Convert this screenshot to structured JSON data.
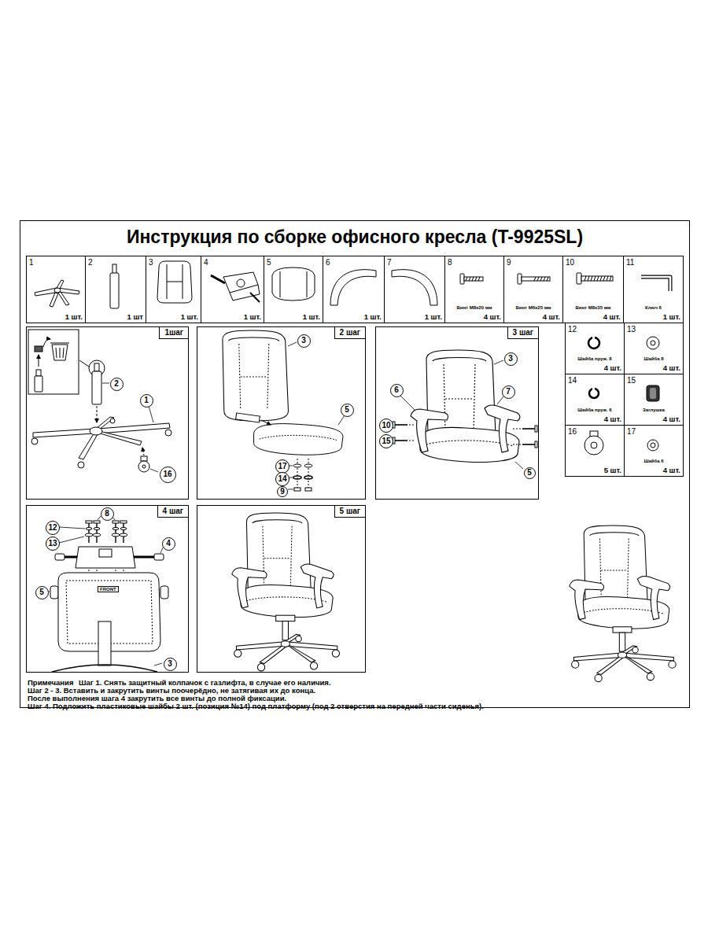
{
  "diagram": {
    "title": "Инструкция по сборке офисного кресла (T-9925SL)",
    "nodes": [
      {
        "text": [
          "1",
          "1 шт."
        ]
      },
      {
        "text": [
          "2",
          "1 шт"
        ]
      },
      {
        "text": [
          "3",
          "1 шт."
        ]
      },
      {
        "text": [
          "4",
          "1 шт."
        ]
      },
      {
        "text": [
          "5",
          "1 шт."
        ]
      },
      {
        "text": [
          "6",
          "1 шт."
        ]
      },
      {
        "text": [
          "7",
          "1 шт."
        ]
      },
      {
        "text": [
          "8",
          "Винт M8x20 мм",
          "4 шт."
        ]
      },
      {
        "text": [
          "9",
          "Винт M6x25 мм",
          "4 шт."
        ]
      },
      {
        "text": [
          "10",
          "Винт M8x35 мм",
          "4 шт."
        ]
      },
      {
        "text": [
          "11",
          "Ключ 6",
          "1 шт."
        ]
      },
      {
        "text": [
          "1шаг"
        ]
      },
      {
        "text": [
          "2"
        ],
        "in": 11
      },
      {
        "text": [
          "1"
        ],
        "in": 11
      },
      {
        "text": [
          "16"
        ],
        "in": 11
      },
      {
        "text": [
          "2 шаг"
        ]
      },
      {
        "text": [
          "3"
        ],
        "in": 15
      },
      {
        "text": [
          "5"
        ],
        "in": 15
      },
      {
        "text": [
          "17"
        ],
        "in": 15
      },
      {
        "text": [
          "14"
        ],
        "in": 15
      },
      {
        "text": [
          "9"
        ],
        "in": 15
      },
      {
        "text": [
          "3 шаг"
        ]
      },
      {
        "text": [
          "3"
        ],
        "in": 21
      },
      {
        "text": [
          "6"
        ],
        "in": 21
      },
      {
        "text": [
          "7"
        ],
        "in": 21
      },
      {
        "text": [
          "10"
        ],
        "in": 21
      },
      {
        "text": [
          "15"
        ],
        "in": 21
      },
      {
        "text": [
          "5"
        ],
        "in": 21
      },
      {
        "text": [
          "12",
          "Шайба пруж. 8",
          "4 шт."
        ]
      },
      {
        "text": [
          "13",
          "Шайба 8",
          "4 шт."
        ]
      },
      {
        "text": [
          "14",
          "Шайба пруж. 6",
          "4 шт."
        ]
      },
      {
        "text": [
          "15",
          "Заглушка",
          "4 шт."
        ]
      },
      {
        "text": [
          "16",
          "5 шт."
        ]
      },
      {
        "text": [
          "17",
          "Шайба 6",
          "4 шт."
        ]
      },
      {
        "text": [
          "4 шаг"
        ]
      },
      {
        "text": [
          "8"
        ],
        "in": 34
      },
      {
        "text": [
          "12"
        ],
        "in": 34
      },
      {
        "text": [
          "13"
        ],
        "in": 34
      },
      {
        "text": [
          "4"
        ],
        "in": 34
      },
      {
        "text": [
          "5"
        ],
        "in": 34
      },
      {
        "text": [
          "3"
        ],
        "in": 34
      },
      {
        "text": [
          "5 шаг"
        ]
      }
    ],
    "labels": [
      "FRONT",
      "Примечания",
      "Шаг 1. Снять защитный колпачок с газлифта, в случае его наличия.",
      "Шаг 2 - 3. Вставить и закрутить винты поочерёдно, не затягивая их до конца.",
      "После выполнения шага 4 закрутить все винты до полной фиксации.",
      "Шаг 4. Подложить пластиковые шайбы 2 шт. (позиция №14) под платформу (под 2 отверстия на передней части сиденья)."
    ]
  }
}
